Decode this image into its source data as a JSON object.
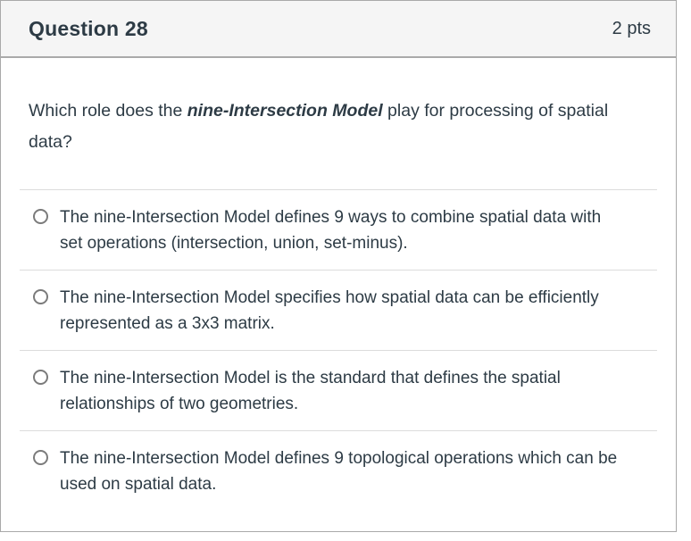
{
  "colors": {
    "text": "#2D3B45",
    "header_bg": "#F5F5F5",
    "card_border": "#A9A9A9",
    "header_rule": "#AAAAAA",
    "divider": "#DCDCDC",
    "radio_border": "#7B7B7B"
  },
  "header": {
    "title": "Question 28",
    "points": "2 pts"
  },
  "question": {
    "prefix": "Which role does the ",
    "emphasis": "nine-Intersection Model",
    "suffix": " play for processing of spatial data?"
  },
  "answers": [
    {
      "label": "The nine-Intersection Model defines 9 ways to combine spatial data with set operations (intersection, union, set-minus)."
    },
    {
      "label": "The nine-Intersection Model specifies how spatial data can be efficiently represented as a 3x3 matrix."
    },
    {
      "label": "The nine-Intersection Model is the standard that defines the spatial relationships of two geometries."
    },
    {
      "label": "The nine-Intersection Model defines 9 topological operations which can be used on spatial data."
    }
  ]
}
